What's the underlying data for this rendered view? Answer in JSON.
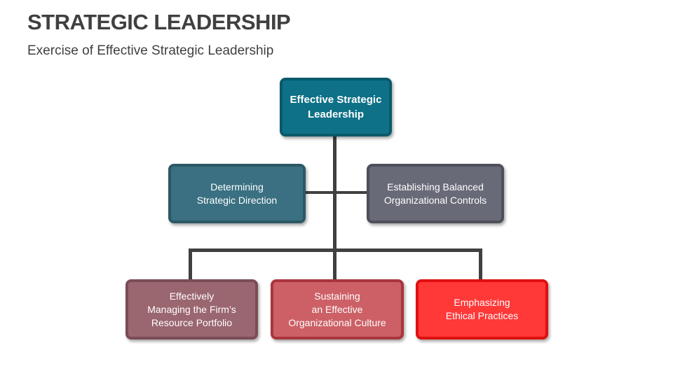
{
  "header": {
    "title": "STRATEGIC LEADERSHIP",
    "subtitle": "Exercise of Effective Strategic Leadership"
  },
  "diagram": {
    "root": {
      "label": "Effective Strategic\nLeadership",
      "fill": "#0E7187",
      "border": "#0A5A6B"
    },
    "middle": [
      {
        "label": "Determining\nStrategic Direction",
        "fill": "#3A7082",
        "border": "#2C5866"
      },
      {
        "label": "Establishing Balanced\nOrganizational Controls",
        "fill": "#696A78",
        "border": "#4E4F5A"
      }
    ],
    "bottom": [
      {
        "label": "Effectively\nManaging the Firm’s\nResource Portfolio",
        "fill": "#9A6670",
        "border": "#7A4D56"
      },
      {
        "label": "Sustaining\nan Effective\nOrganizational Culture",
        "fill": "#CC6066",
        "border": "#A9353E"
      },
      {
        "label": "Emphasizing\nEthical Practices",
        "fill": "#FF3838",
        "border": "#E01010"
      }
    ],
    "connector_color": "#404040"
  }
}
